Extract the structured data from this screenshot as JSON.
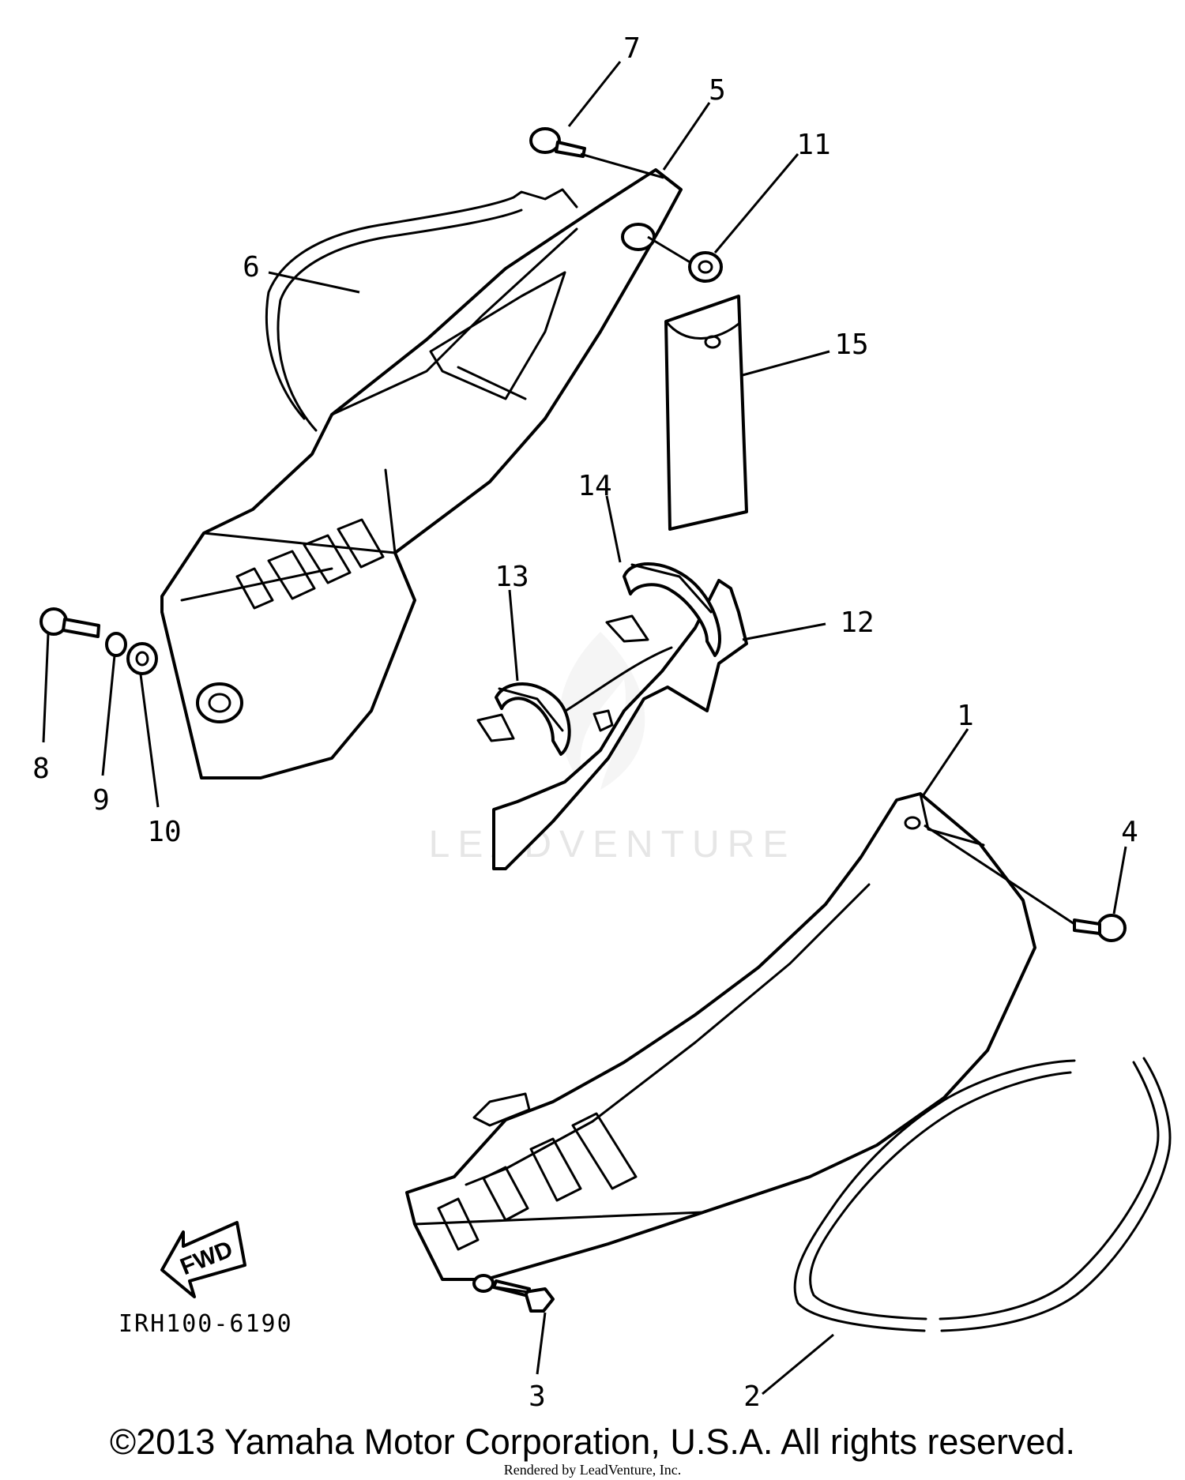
{
  "callouts": [
    "1",
    "2",
    "3",
    "4",
    "5",
    "6",
    "7",
    "8",
    "9",
    "10",
    "11",
    "12",
    "13",
    "14",
    "15"
  ],
  "drawing_code": "IRH100-6190",
  "fwd_label": "FWD",
  "watermark": "LEADVENTURE",
  "copyright": "©2013 Yamaha Motor Corporation, U.S.A. All rights reserved.",
  "rendered_by": "Rendered by LeadVenture, Inc.",
  "colors": {
    "line": "#000000",
    "background": "#ffffff",
    "watermark": "#e6e6e6"
  }
}
